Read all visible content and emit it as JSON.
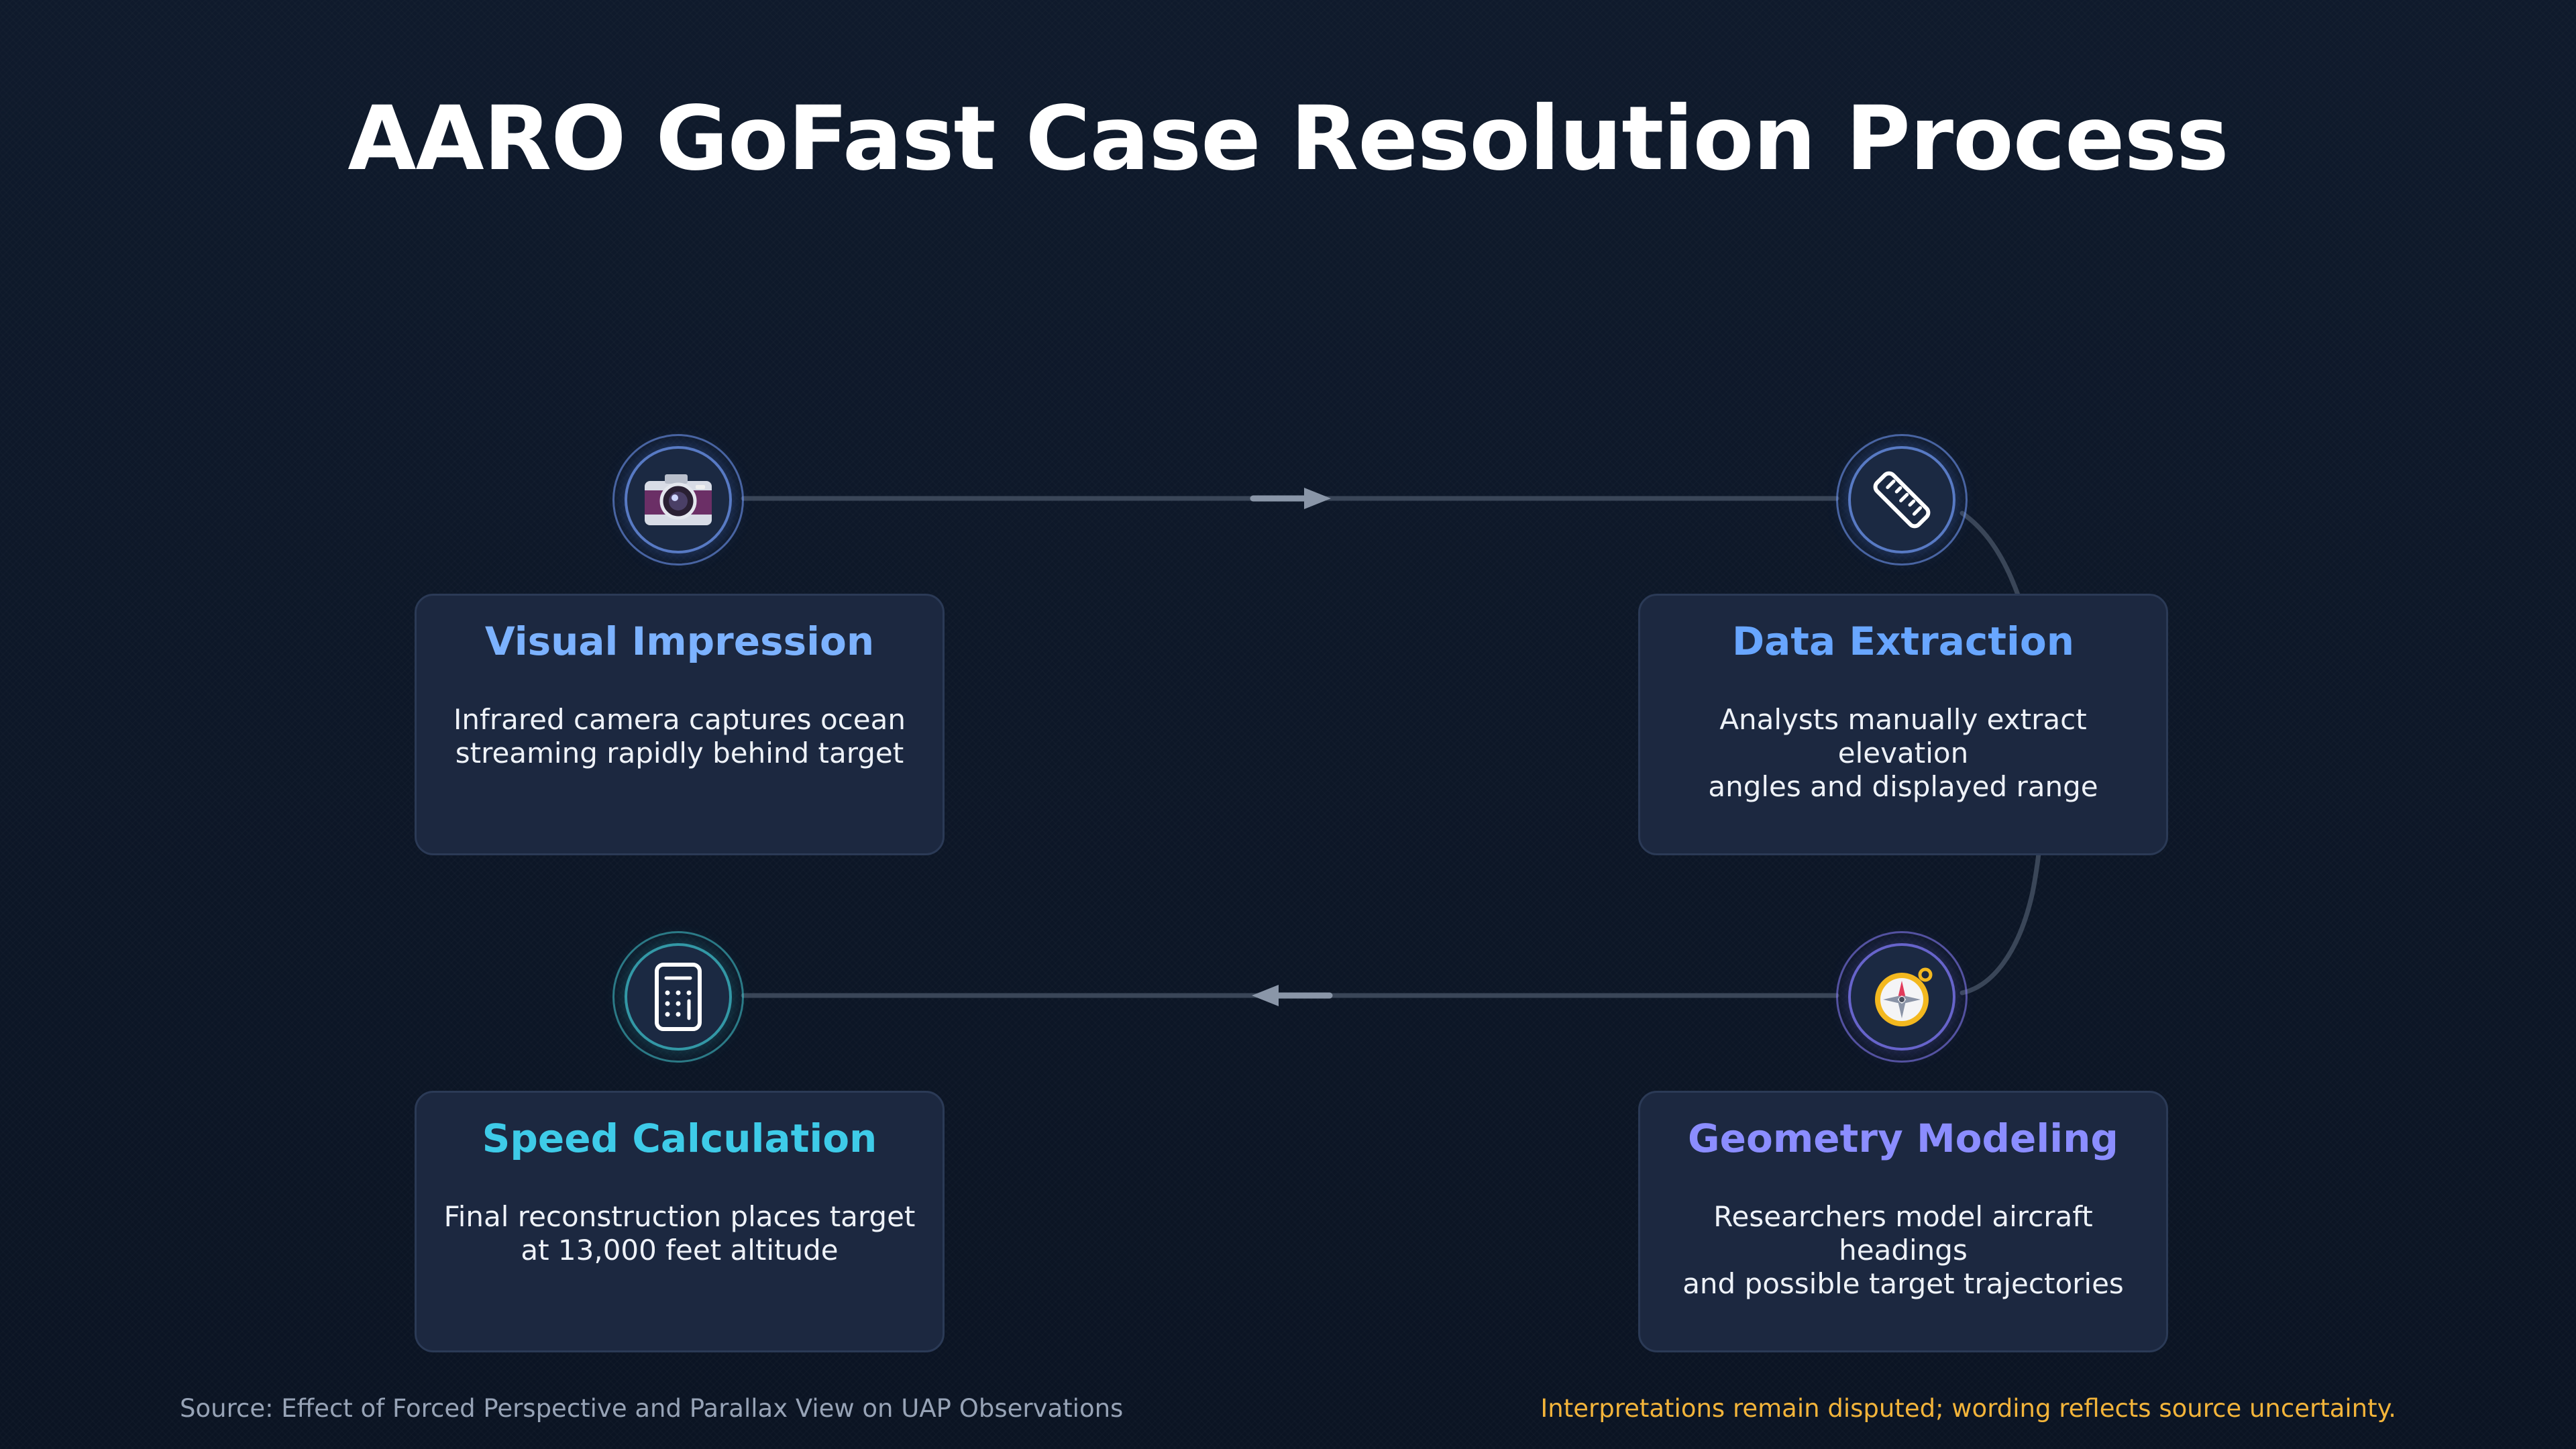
{
  "title": "AARO GoFast Case Resolution Process",
  "steps": [
    {
      "title": "Visual Impression",
      "description_line1": "Infrared camera captures ocean",
      "description_line2": "streaming rapidly behind target",
      "icon": "camera-icon",
      "accent": "#7cb2ff"
    },
    {
      "title": "Data Extraction",
      "description_line1": "Analysts manually extract elevation",
      "description_line2": "angles and displayed range",
      "icon": "ruler-icon",
      "accent": "#68a6ff"
    },
    {
      "title": "Geometry Modeling",
      "description_line1": "Researchers model aircraft headings",
      "description_line2": "and possible target trajectories",
      "icon": "compass-icon",
      "accent": "#8b8dff"
    },
    {
      "title": "Speed Calculation",
      "description_line1": "Final reconstruction places target",
      "description_line2": "at 13,000 feet altitude",
      "icon": "calculator-icon",
      "accent": "#3ecbe8"
    }
  ],
  "footer": {
    "source": "Source: Effect of Forced Perspective and Parallax View on UAP Observations",
    "note": "Interpretations remain disputed; wording reflects source uncertainty."
  },
  "colors": {
    "background": "#0d1626",
    "card": "#1c2840",
    "connector": "#3a4658",
    "arrow": "#8a96a8",
    "note": "#f3b43a"
  }
}
